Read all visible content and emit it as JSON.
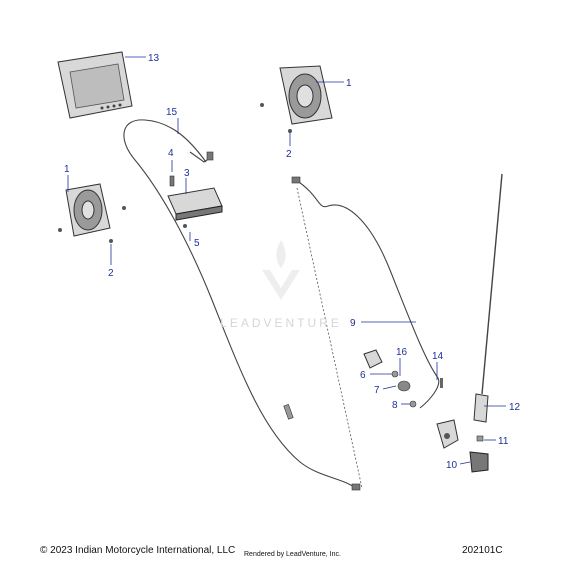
{
  "watermark": {
    "text": "LEADVENTURE",
    "icon": "leadventure-logo-icon"
  },
  "footer": {
    "copyright": "© 2023 Indian Motorcycle International, LLC",
    "rendered_by": "Rendered by LeadVenture, Inc.",
    "doc_number": "202101C"
  },
  "callouts": {
    "c13": "13",
    "c1a": "1",
    "c15": "15",
    "c4": "4",
    "c3": "3",
    "c2a": "2",
    "c1b": "1",
    "c5": "5",
    "c2b": "2",
    "c9": "9",
    "c16": "16",
    "c14": "14",
    "c6": "6",
    "c7": "7",
    "c8": "8",
    "c12": "12",
    "c11": "11",
    "c10": "10"
  },
  "colors": {
    "callout": "#1f2f9c",
    "part_outline": "#333333",
    "watermark": "#d6d6d6"
  }
}
